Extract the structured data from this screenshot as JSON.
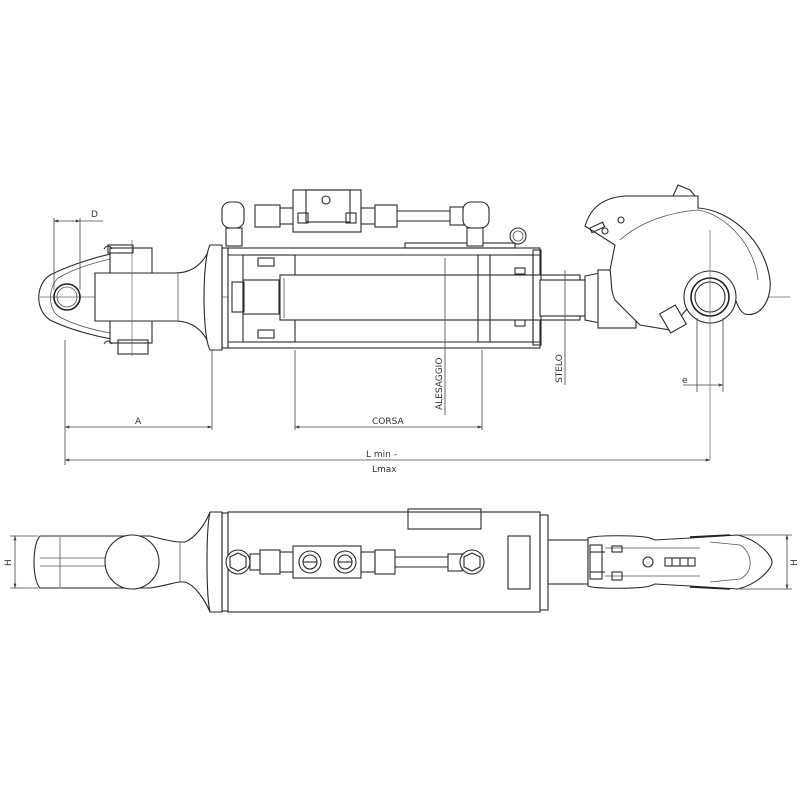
{
  "drawing": {
    "title": "Hydraulic top link cylinder – technical drawing",
    "views": [
      "side-view",
      "top-view"
    ],
    "labels": {
      "D": "D",
      "A": "A",
      "CORSA": "CORSA",
      "ALESAGGIO": "ALESAGGIO",
      "STELO": "STELO",
      "e": "e",
      "L_min": "L min -",
      "L_max": "Lmax",
      "H_left": "H",
      "H_right": "H"
    },
    "colors": {
      "line": "#2a2a2a",
      "background": "#ffffff"
    }
  }
}
